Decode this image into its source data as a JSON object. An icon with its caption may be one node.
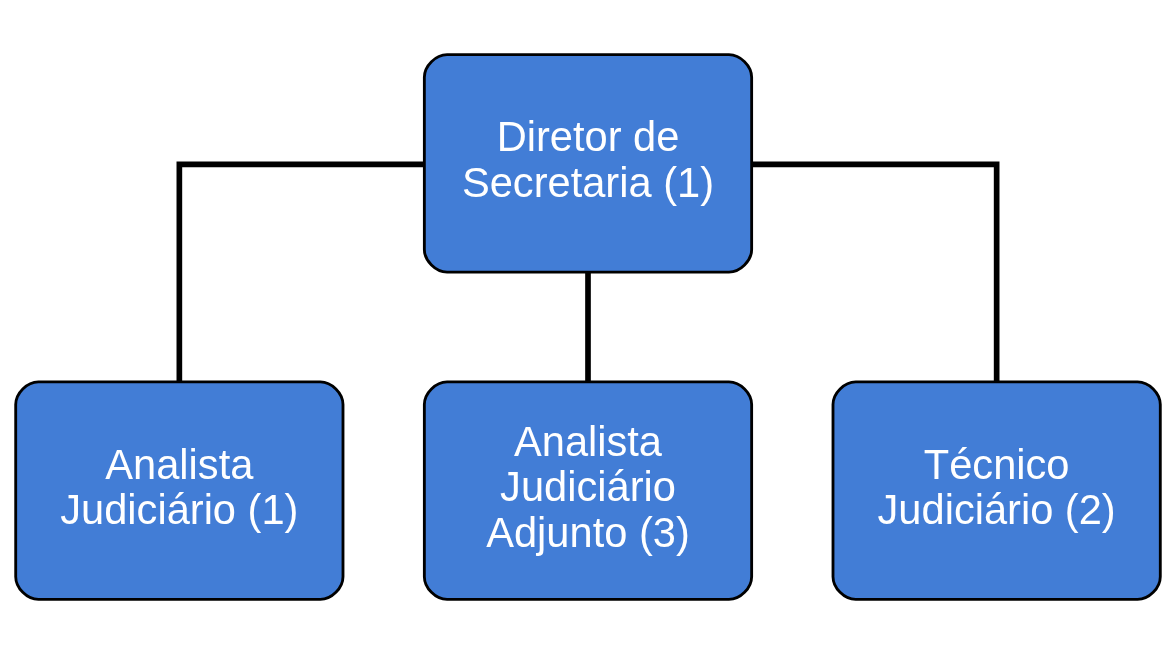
{
  "diagram": {
    "nodes": [
      {
        "text": [
          "Diretor de Secretaria (1)"
        ]
      },
      {
        "text": [
          "Analista Judiciário (1)"
        ]
      },
      {
        "text": [
          "Analista Judiciário Adjunto (3)"
        ]
      },
      {
        "text": [
          "Técnico Judiciário (2)"
        ]
      }
    ],
    "edges": [
      {
        "from": 0,
        "to": 1,
        "arrow": "none"
      },
      {
        "from": 0,
        "to": 2,
        "arrow": "none"
      },
      {
        "from": 0,
        "to": 3,
        "arrow": "none"
      }
    ]
  }
}
